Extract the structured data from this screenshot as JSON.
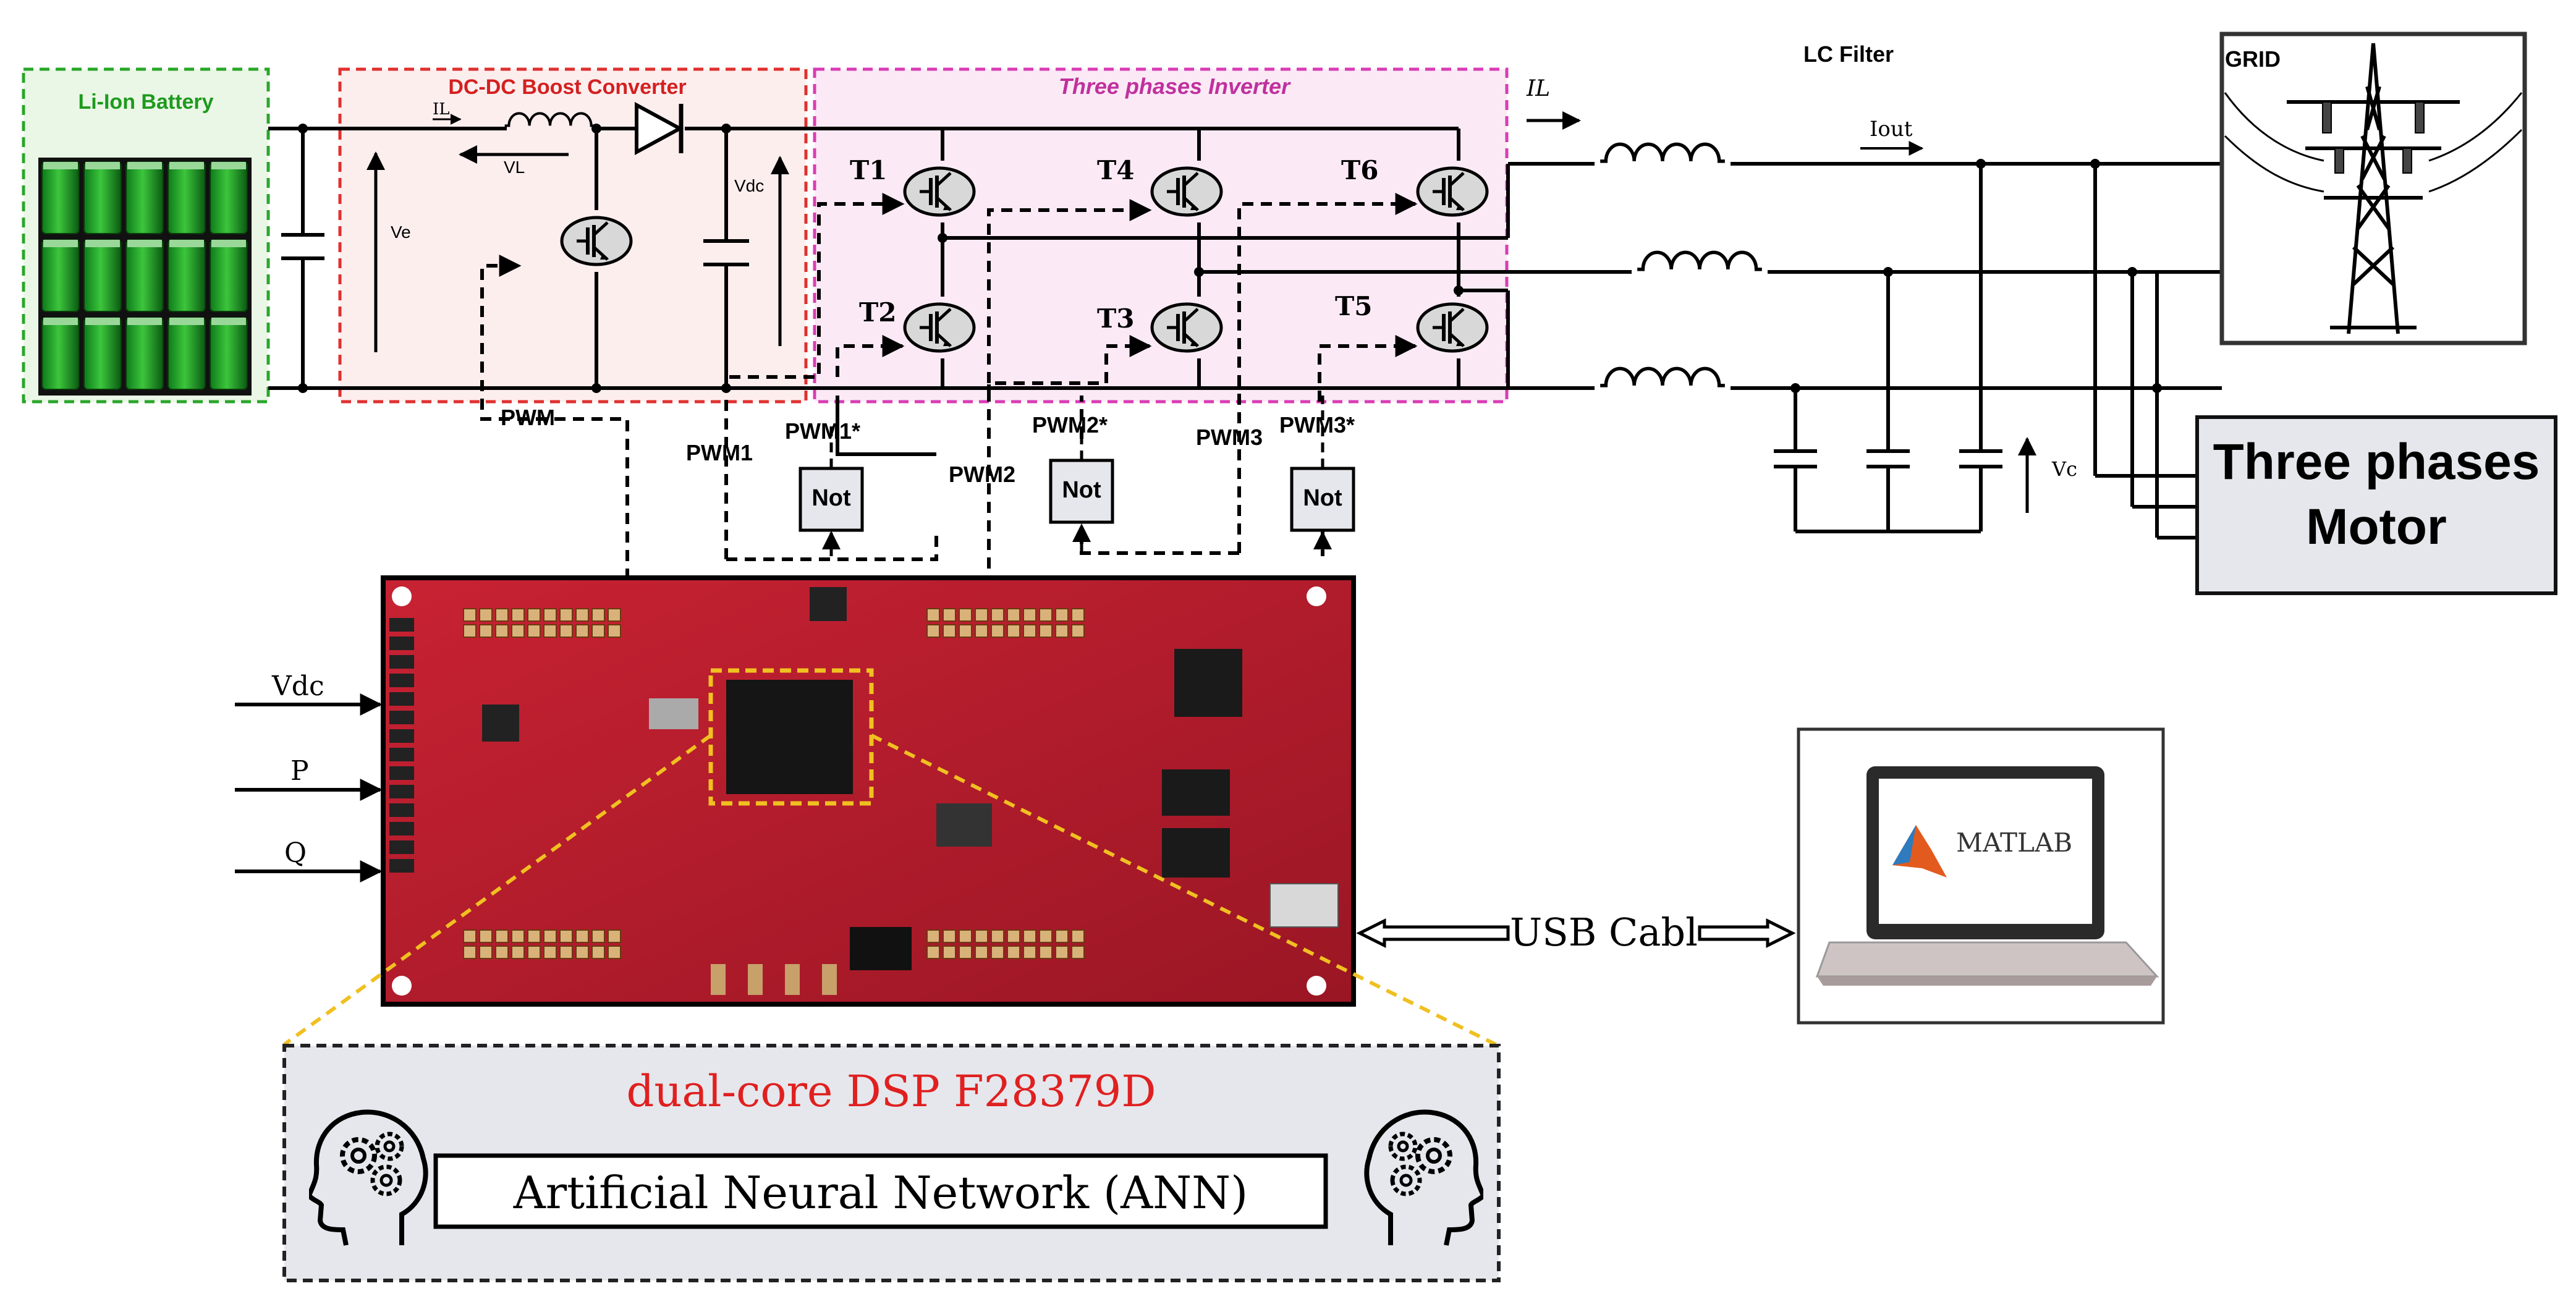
{
  "labels": {
    "battery": "Li-Ion Battery",
    "boost": "DC-DC Boost  Converter",
    "inverter": "Three phases Inverter",
    "lc_filter": "LC Filter",
    "grid": "GRID",
    "motor_line1": "Three phases",
    "motor_line2": "Motor",
    "il_left": "IL",
    "vl": "VL",
    "ve": "Ve",
    "vdc_node": "Vdc",
    "il_right": "IL",
    "iout": "Iout",
    "vc": "Vc",
    "t1": "T1",
    "t2": "T2",
    "t3": "T3",
    "t4": "T4",
    "t5": "T5",
    "t6": "T6",
    "pwm": "PWM",
    "pwm1": "PWM1",
    "pwm1s": "PWM1*",
    "pwm2": "PWM2",
    "pwm2s": "PWM2*",
    "pwm3": "PWM3",
    "pwm3s": "PWM3*",
    "not1": "Not",
    "not2": "Not",
    "not3": "Not",
    "in_vdc": "Vdc",
    "in_p": "P",
    "in_q": "Q",
    "usb": "USB Cabl",
    "matlab": "MATLAB",
    "dsp": "dual-core DSP F28379D",
    "ann": "Artificial Neural Network (ANN)"
  },
  "colors": {
    "battery_border": "#2aa62a",
    "battery_fill": "#eaf7e6",
    "battery_text": "#1e9a1e",
    "boost_border": "#e03030",
    "boost_fill": "#fdeeee",
    "boost_text": "#d42020",
    "inverter_border": "#d93cb5",
    "inverter_fill": "#fbeaf6",
    "inverter_text": "#c0309e",
    "board": "#b01d2b",
    "dsp_text": "#e02020",
    "panel_fill": "#e6e7ec",
    "highlight": "#f0c020"
  },
  "icons": [
    "battery-cells-icon",
    "diode-icon",
    "igbt-icon",
    "capacitor-icon",
    "inductor-icon",
    "transmission-tower-icon",
    "laptop-icon",
    "matlab-logo-icon",
    "brain-gear-head-icon",
    "usb-arrow-icon"
  ]
}
